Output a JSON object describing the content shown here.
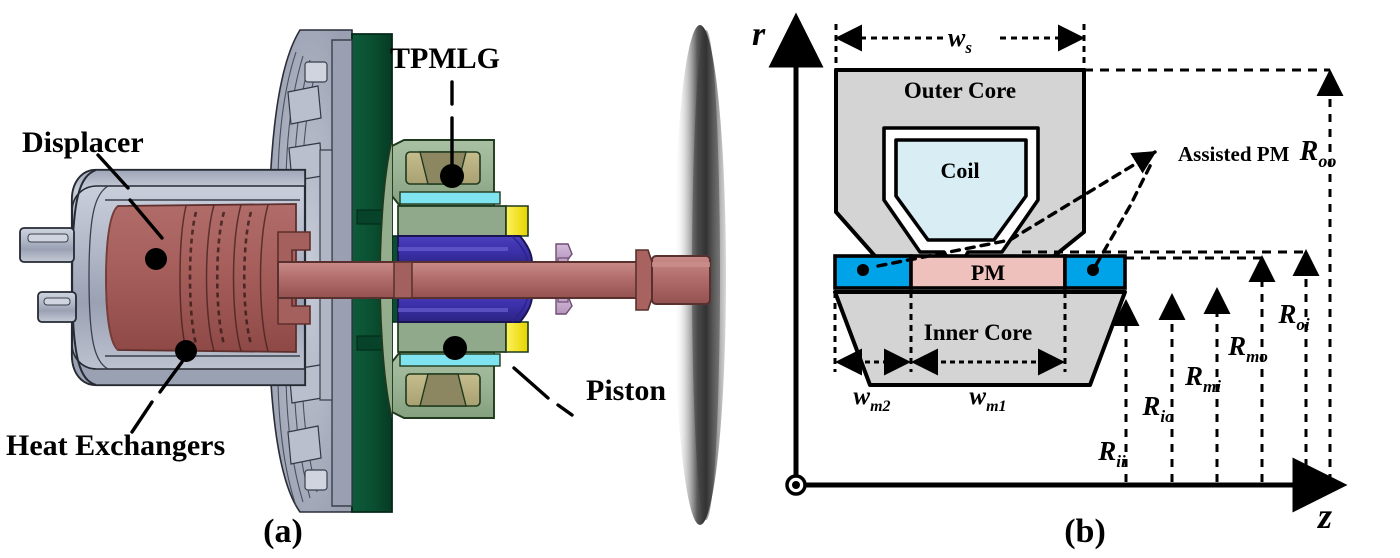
{
  "figure": {
    "panels": [
      {
        "id": "a",
        "caption": "(a)",
        "title_hidden": "Cutaway CAD view of free-piston Stirling engine with tubular permanent magnet linear generator"
      },
      {
        "id": "b",
        "caption": "(b)",
        "title_hidden": "Parametric cross-section of the TPMLG topology"
      }
    ]
  },
  "panel_a": {
    "caption": "(a)",
    "callouts": [
      {
        "name": "displacer",
        "label": "Displacer"
      },
      {
        "name": "heat-exchangers",
        "label": "Heat Exchangers"
      },
      {
        "name": "tpmlg",
        "label": "TPMLG"
      },
      {
        "name": "piston",
        "label": "Piston"
      }
    ],
    "colors": {
      "pressure_vessel": "#aeb4c4",
      "vessel_light": "#c8cdda",
      "vessel_dark": "#7d8496",
      "displacer_red": "#a85a58",
      "displacer_red_dark": "#8d4846",
      "flange_green": "#0c5536",
      "flange_green_dark": "#063722",
      "housing_green": "#9cb596",
      "housing_green_dark": "#7d9a78",
      "magnet_blue": "#3a2fa8",
      "magnet_blue_light": "#5146c4",
      "coil_gold": "#b9b081",
      "gold_yellow": "#f2e417",
      "shaft_mauve": "#c6a8cc",
      "shaft_red": "#b4706e",
      "cyan_strip": "#7fe4ef",
      "shadow": "#2a2a2a"
    }
  },
  "panel_b": {
    "caption": "(b)",
    "axes": {
      "vertical": "r",
      "horizontal": "z",
      "origin_symbol": "out-of-plane-dot"
    },
    "regions": [
      {
        "name": "outer-core",
        "label": "Outer Core",
        "color": "#d4d4d4"
      },
      {
        "name": "coil",
        "label": "Coil",
        "color": "#d9edf5"
      },
      {
        "name": "pm",
        "label": "PM",
        "color": "#eec1bd"
      },
      {
        "name": "inner-core",
        "label": "Inner Core",
        "color": "#d4d4d4"
      },
      {
        "name": "assisted-pm",
        "label": "Assisted PM",
        "color": "#00a2e8"
      }
    ],
    "dimensions_horizontal": [
      {
        "name": "ws",
        "base": "w",
        "sub": "s"
      },
      {
        "name": "wm2",
        "base": "w",
        "sub": "m2"
      },
      {
        "name": "wm1",
        "base": "w",
        "sub": "m1"
      }
    ],
    "dimensions_radial": [
      {
        "name": "Rii",
        "base": "R",
        "sub": "ii"
      },
      {
        "name": "Rio",
        "base": "R",
        "sub": "io"
      },
      {
        "name": "Rmi",
        "base": "R",
        "sub": "mi"
      },
      {
        "name": "Rmo",
        "base": "R",
        "sub": "mo"
      },
      {
        "name": "Roi",
        "base": "R",
        "sub": "oi"
      },
      {
        "name": "Roo",
        "base": "R",
        "sub": "oo"
      }
    ],
    "colors": {
      "core_gray": "#d4d4d4",
      "coil_blue": "#d9edf5",
      "pm_pink": "#eec1bd",
      "assist_cyan": "#00a2e8",
      "stroke": "#000000"
    }
  }
}
